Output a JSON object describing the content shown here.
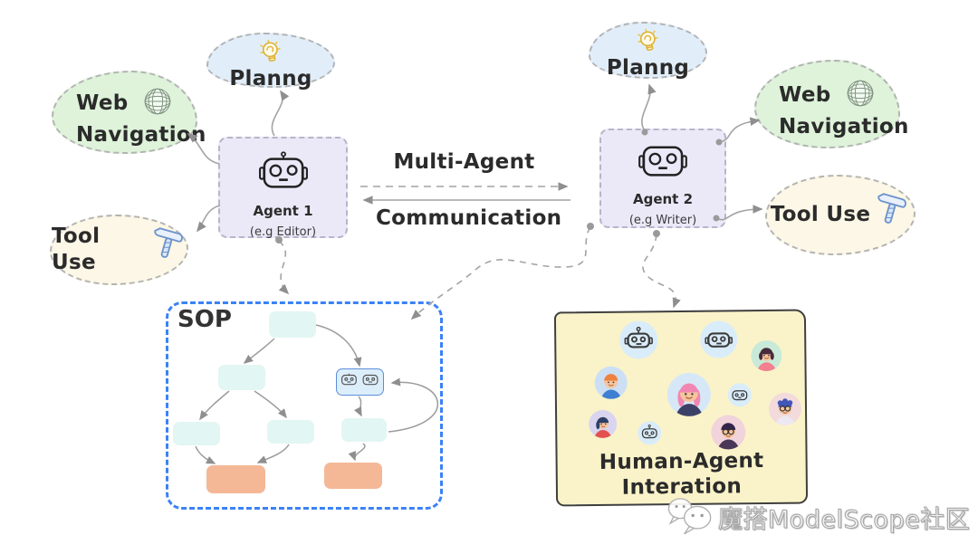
{
  "agents": [
    {
      "name": "Agent 1",
      "role": "(e.g Editor)",
      "icon": "robot-icon"
    },
    {
      "name": "Agent 2",
      "role": "(e.g Writer)",
      "icon": "robot-icon"
    }
  ],
  "capabilities": {
    "planning": {
      "label": "Planng",
      "icon": "lightbulb-icon"
    },
    "web_navigation": {
      "line1": "Web",
      "line2": "Navigation",
      "icon": "globe-icon"
    },
    "tool_use": {
      "label": "Tool Use",
      "icon": "hammer-icon"
    }
  },
  "communication": {
    "label_top": "Multi-Agent",
    "label_bottom": "Communication"
  },
  "sop": {
    "label": "SOP",
    "node_icon": "robot-pair-icon"
  },
  "human_agent": {
    "title_line1": "Human-Agent",
    "title_line2": "Interation",
    "avatar_icons": [
      "robot-icon",
      "robot-icon",
      "woman-short-hair",
      "man-orange-hair",
      "woman-pink-hair",
      "robot-icon",
      "man-curly-hair-glasses",
      "woman-dark-hair",
      "robot-icon",
      "man-glasses"
    ]
  },
  "watermark": {
    "icon": "wechat-icon",
    "text": "魔搭ModelScope社区"
  },
  "colors": {
    "text_dark": "#2b2b2b",
    "cloud_green": "#def3da",
    "cloud_blue": "#e1eefa",
    "cloud_cream": "#fcf7e6",
    "agent_box": "#ebe9f7",
    "sop_border": "#3b82f6",
    "node_cyan": "#e2f6f3",
    "node_orange": "#f4b897",
    "robot_node_bg": "#ddeefb",
    "robot_node_border": "#5b8fd9",
    "human_box_bg": "#faf3c9",
    "human_box_border": "#3f3f3f",
    "arrow_gray": "#9a9a9a",
    "bulb_yellow": "#e0b335",
    "hammer_blue": "#6b93cc"
  }
}
